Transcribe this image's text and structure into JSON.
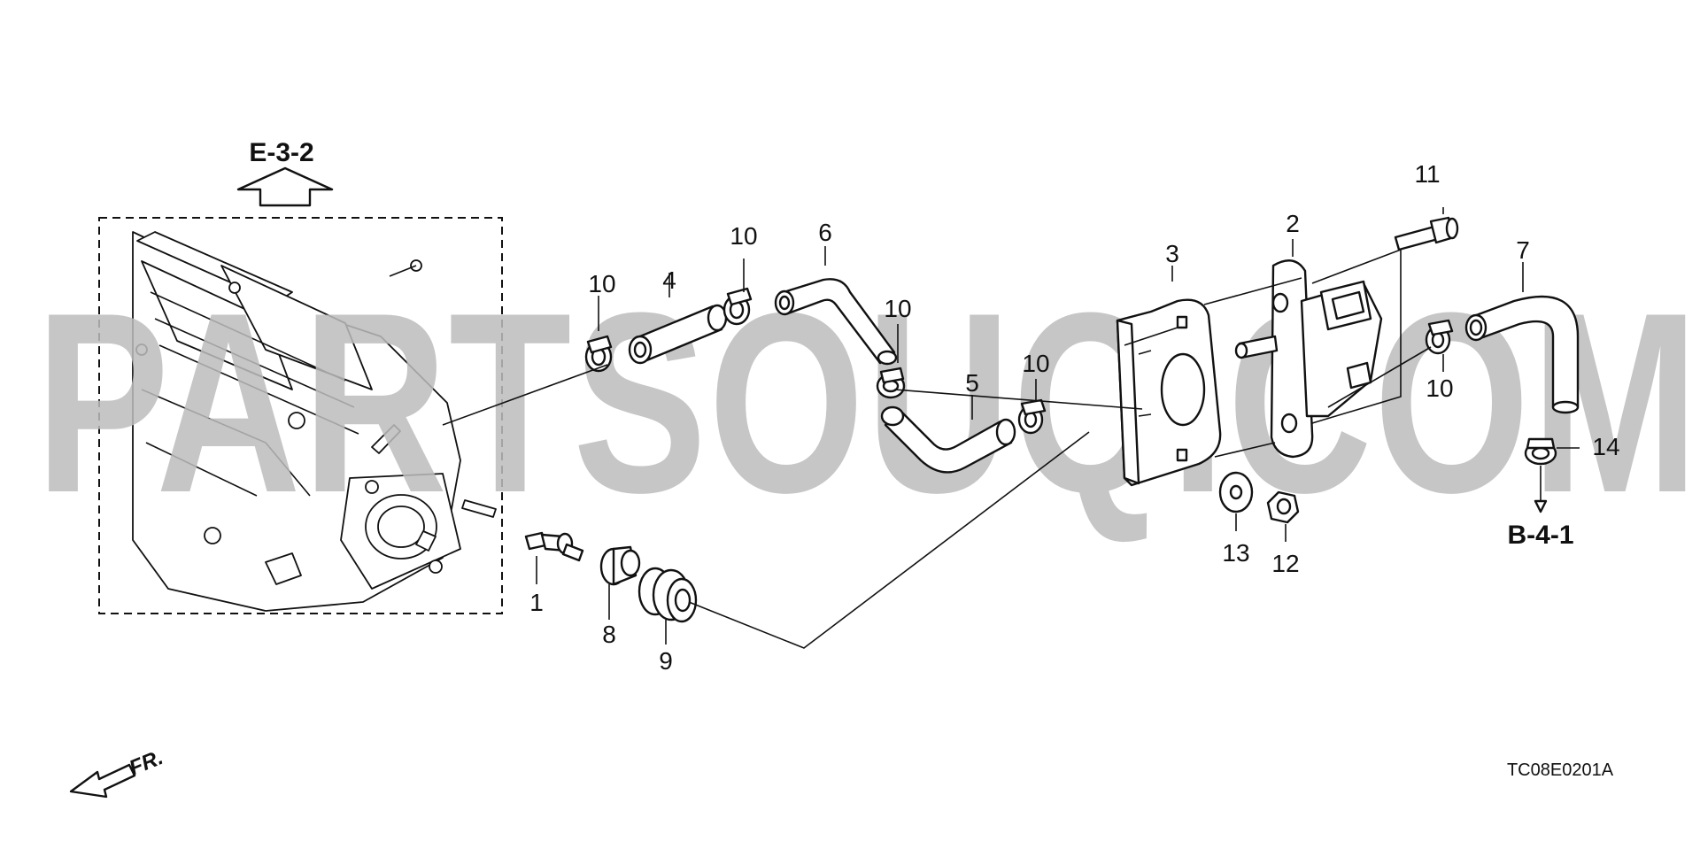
{
  "diagram": {
    "watermark": "PARTSOUQ.COM",
    "drawing_code": "TC08E0201A",
    "direction_label": "FR.",
    "refs": {
      "top": "E-3-2",
      "bottom": "B-4-1"
    },
    "part_labels": {
      "p1": "1",
      "p2": "2",
      "p3": "3",
      "p4": "4",
      "p5": "5",
      "p6": "6",
      "p7": "7",
      "p8": "8",
      "p9": "9",
      "p10a": "10",
      "p10b": "10",
      "p10c": "10",
      "p10d": "10",
      "p10e": "10",
      "p11": "11",
      "p12": "12",
      "p13": "13",
      "p14": "14"
    }
  }
}
